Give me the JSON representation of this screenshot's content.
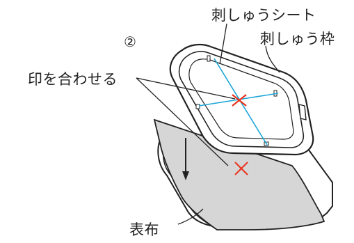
{
  "step_number": "②",
  "labels": {
    "stabilizer_sheet": "刺しゅうシート",
    "embroidery_frame": "刺しゅう枠",
    "align_marks": "印を合わせる",
    "outer_fabric": "表布"
  },
  "colors": {
    "line": "#222222",
    "fabric_fill": "#d6d6d6",
    "center_line": "#1ba6d8",
    "mark": "#e8331f"
  },
  "icons": {
    "arrow": "down-arrow-icon"
  }
}
